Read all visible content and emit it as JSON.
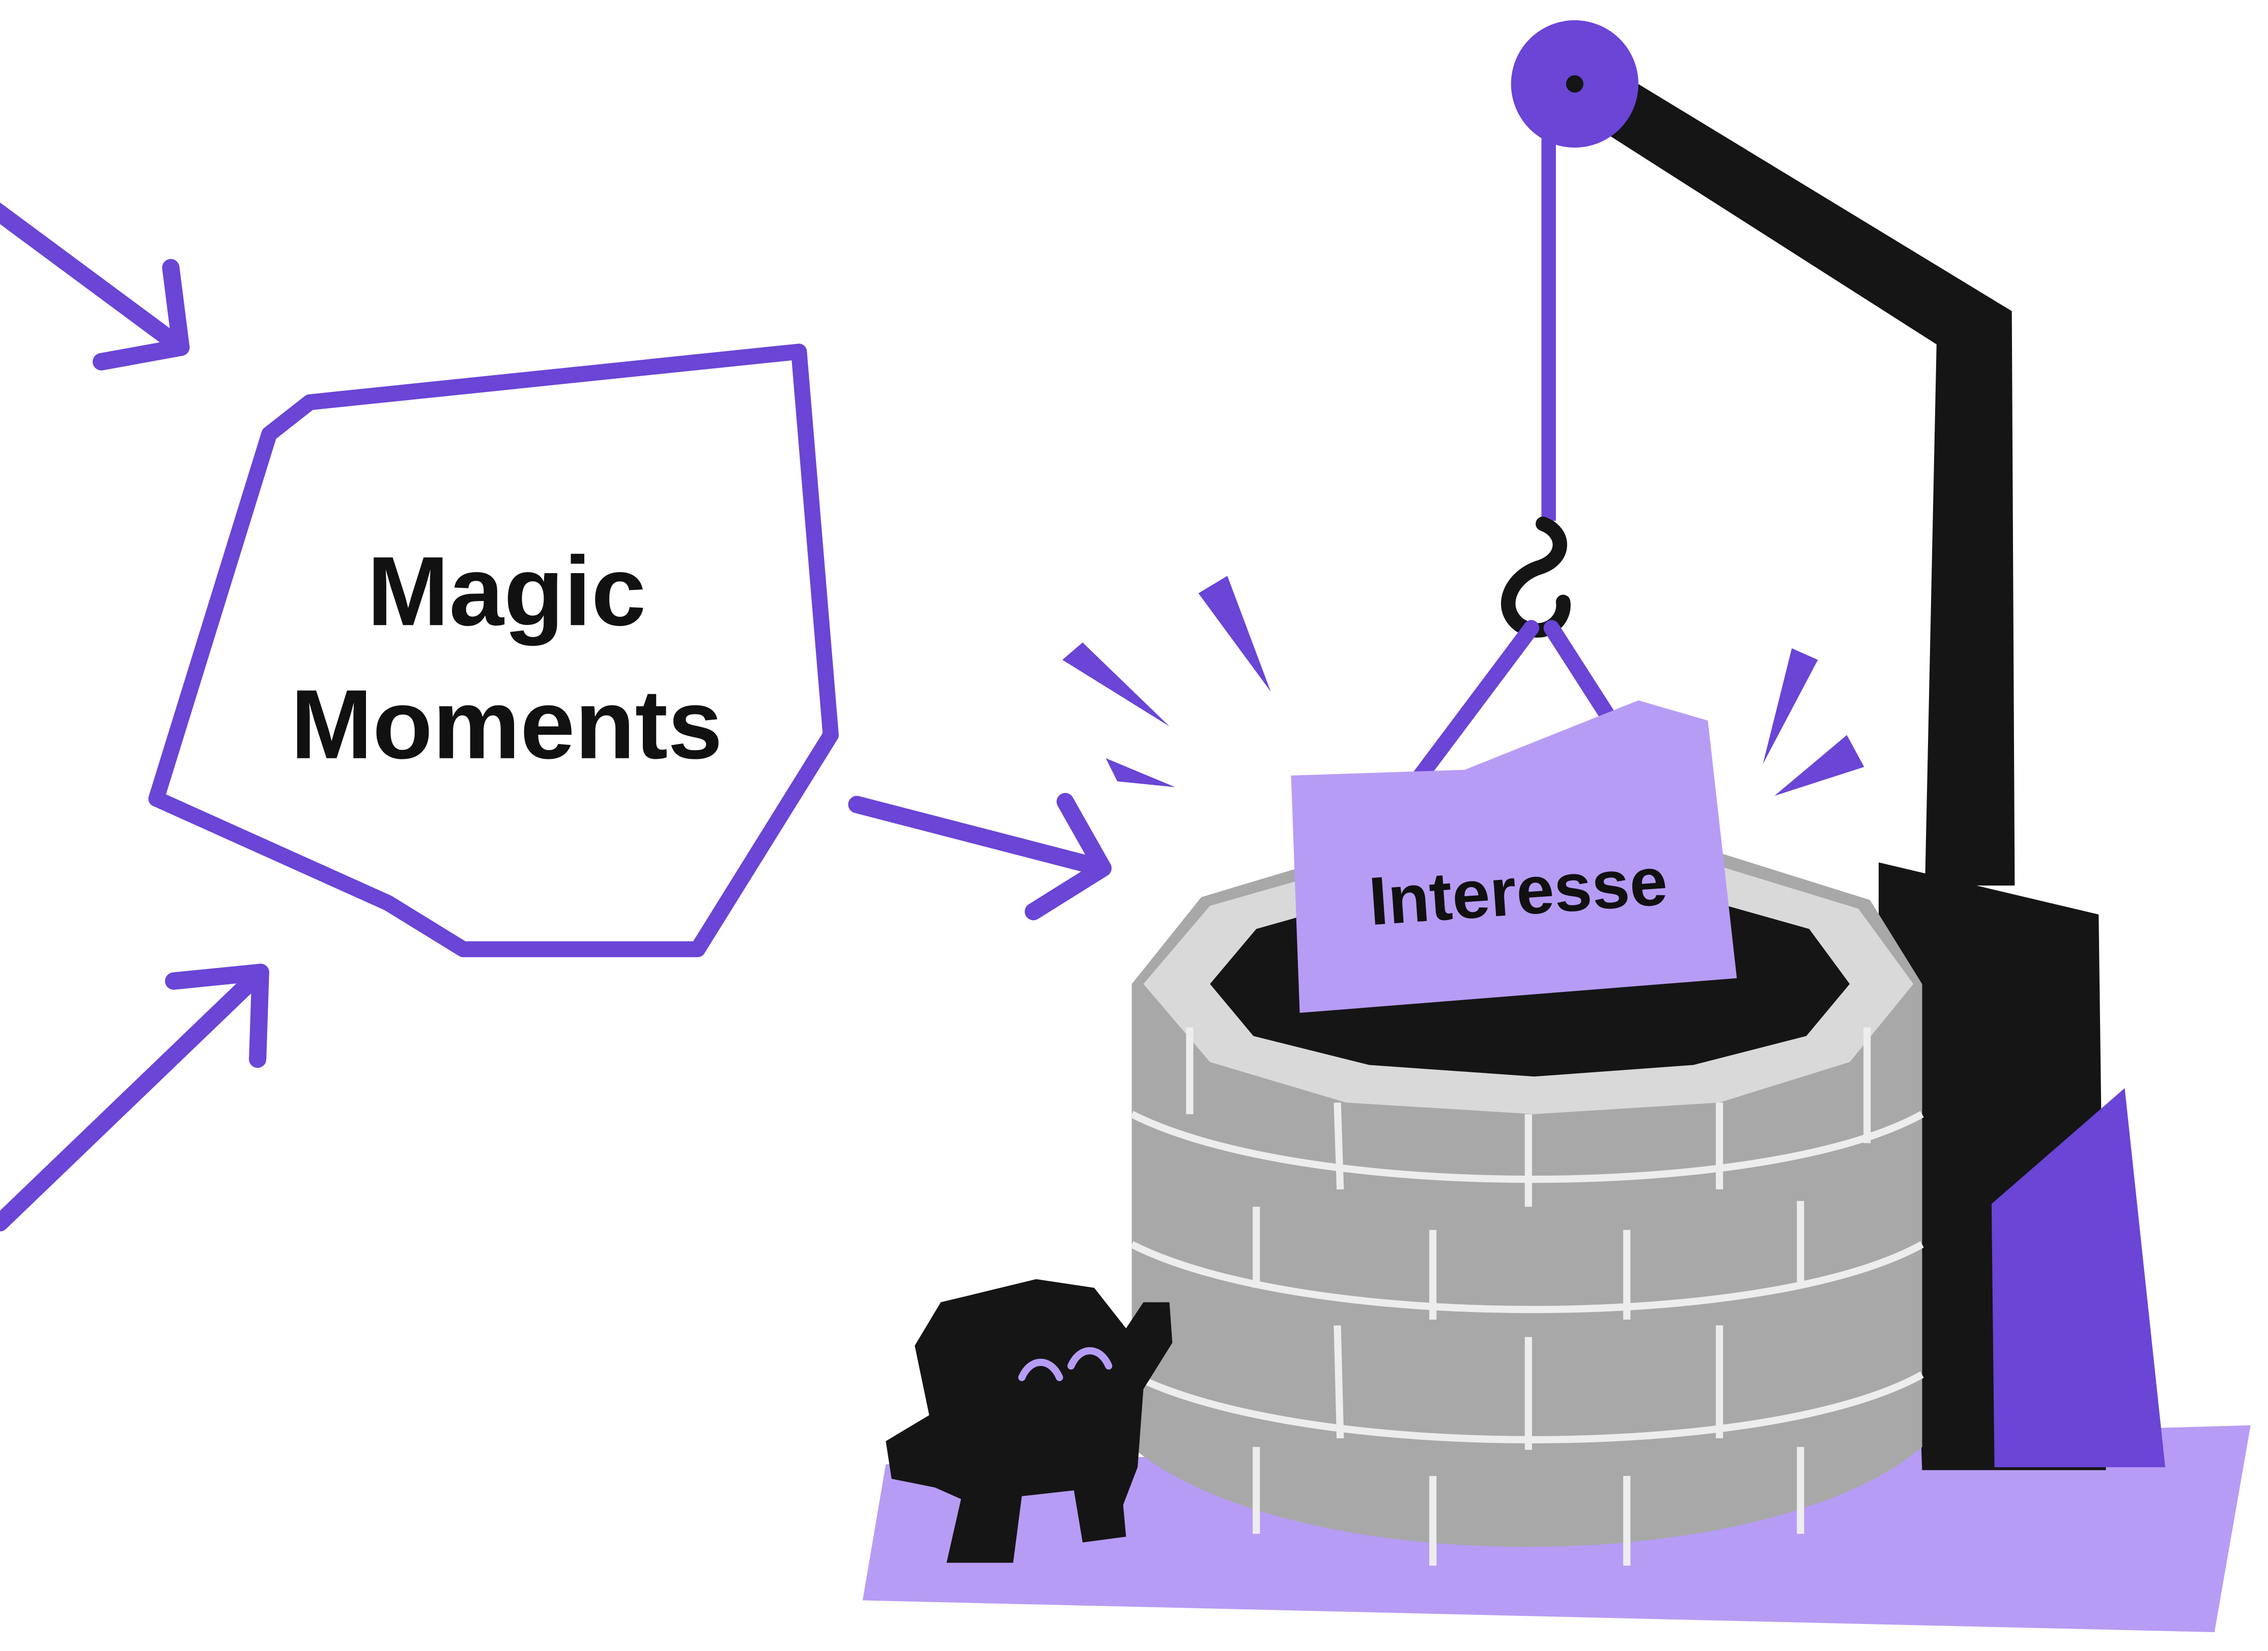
{
  "magic_box": {
    "line1": "Magic",
    "line2": "Moments"
  },
  "sign": {
    "label": "Interesse"
  },
  "colors": {
    "purple": "#6a45d6",
    "light_purple": "#b79cf5",
    "black": "#151515",
    "stone_mid": "#a8a8a8",
    "stone_light": "#d9d9d9",
    "stone_lines": "#ededed"
  },
  "icons": [
    "arrow-icon",
    "pulley-icon",
    "hook-icon",
    "well-illustration",
    "creature-illustration",
    "sparkle-icon"
  ]
}
